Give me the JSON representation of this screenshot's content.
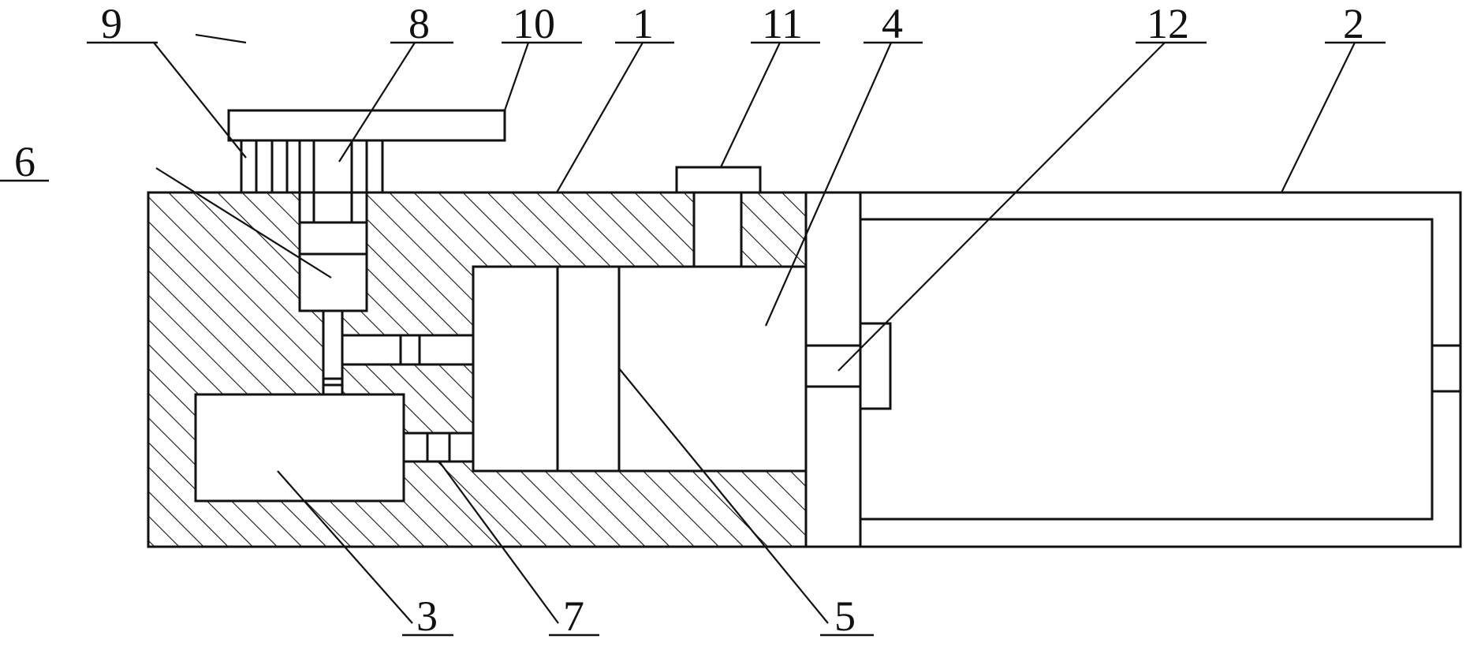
{
  "figure": {
    "labels": [
      "1",
      "2",
      "3",
      "4",
      "5",
      "6",
      "7",
      "8",
      "9",
      "10",
      "11",
      "12"
    ]
  },
  "style": {
    "line_color": "#111111",
    "background": "#ffffff"
  }
}
